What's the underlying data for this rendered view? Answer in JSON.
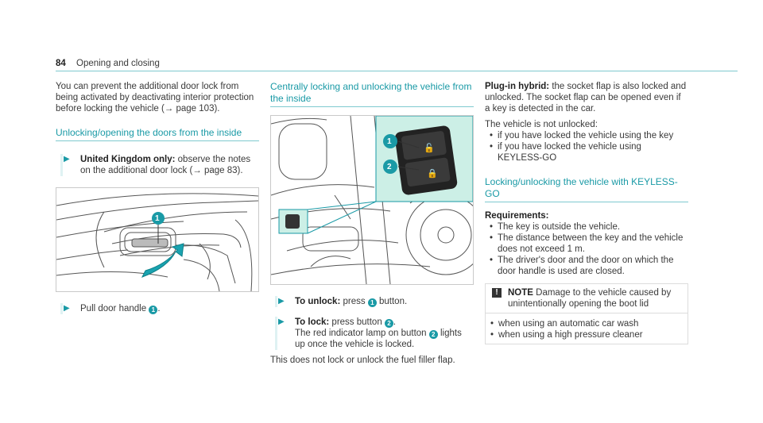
{
  "header": {
    "page_number": "84",
    "title": "Opening and closing"
  },
  "col1": {
    "intro": "You can prevent the additional door lock from being activated by deactivating interior protection before locking the vehicle (→ page 103).",
    "heading": "Unlocking/opening the doors from the inside",
    "step1_bold": "United Kingdom only:",
    "step1_text": " observe the notes on the additional door lock (→ page 83).",
    "step2_text": "Pull door handle ",
    "step2_num": "1",
    "fig_callout": "1"
  },
  "col2": {
    "heading": "Centrally locking and unlocking the vehicle from the inside",
    "fig_callout_1": "1",
    "fig_callout_2": "2",
    "step1_bold": "To unlock:",
    "step1_text_a": " press ",
    "step1_num": "1",
    "step1_text_b": " button.",
    "step2_bold": "To lock:",
    "step2_text_a": " press button ",
    "step2_num": "2",
    "step2_text_b": ".",
    "step2_line2_a": "The red indicator lamp on button ",
    "step2_line2_num": "2",
    "step2_line2_b": " lights up once the vehicle is locked.",
    "footnote": "This does not lock or unlock the fuel filler flap."
  },
  "col3": {
    "plugin_bold": "Plug-in hybrid:",
    "plugin_text": " the socket flap is also locked and unlocked. The socket flap can be opened even if a key is detected in the car.",
    "not_unlocked": "The vehicle is not unlocked:",
    "bullets1": [
      "if you have locked the vehicle using the key",
      "if you have locked the vehicle using KEYLESS-GO"
    ],
    "heading": "Locking/unlocking the vehicle with KEYLESS-GO",
    "req_label": "Requirements:",
    "requirements": [
      "The key is outside the vehicle.",
      "The distance between the key and the vehicle does not exceed 1 m.",
      "The driver's door and the door on which the door handle is used are closed."
    ],
    "notice_icon": "!",
    "notice_label": "NOTE",
    "notice_title": " Damage to the vehicle caused by unintentionally opening the boot lid",
    "notice_bullets": [
      "when using an automatic car wash",
      "when using a high pressure cleaner"
    ]
  },
  "colors": {
    "accent": "#1a9aa6",
    "rule": "#7fc9cf",
    "inset_bg": "#ccefe6"
  }
}
